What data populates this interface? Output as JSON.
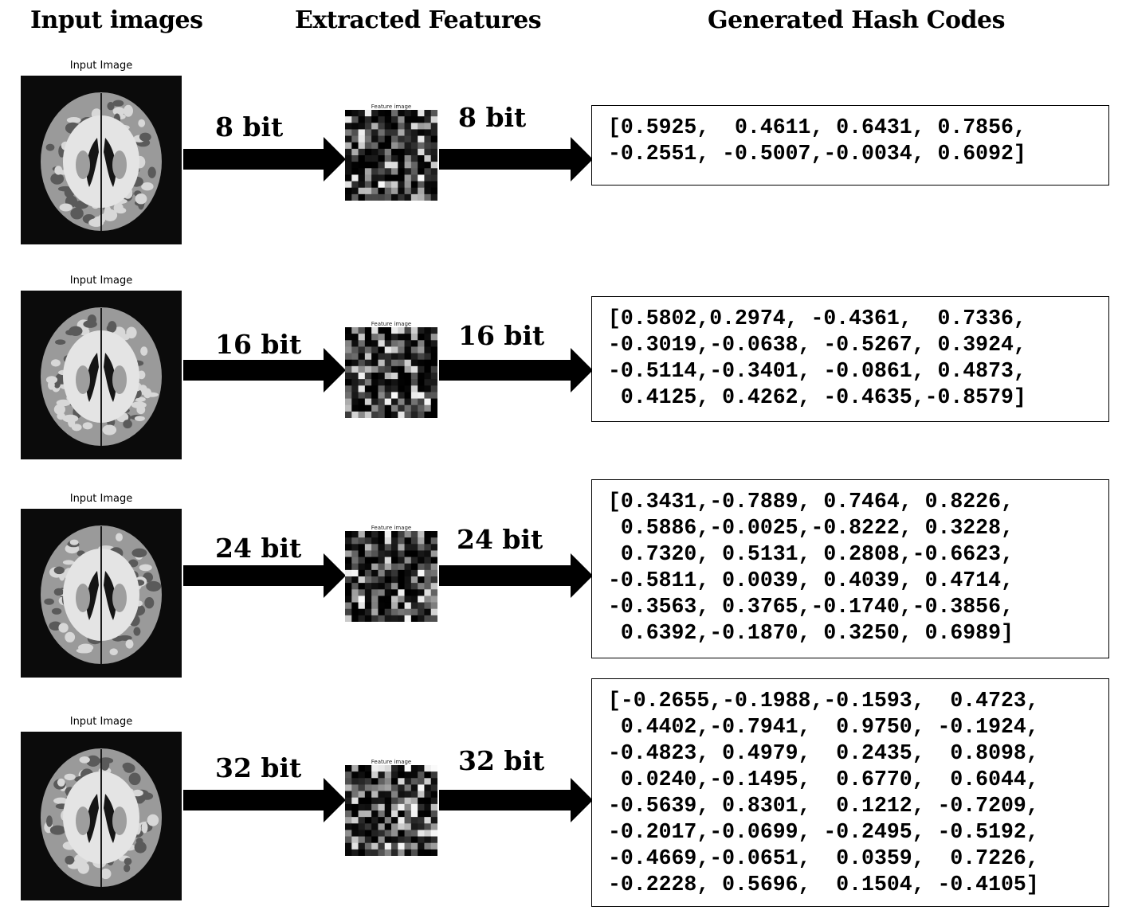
{
  "headers": {
    "input": "Input images",
    "features": "Extracted Features",
    "hash": "Generated Hash Codes"
  },
  "image_caption": "Input Image",
  "feature_caption": "Feature image",
  "rows": [
    {
      "bit_label_left": "8 bit",
      "bit_label_right": "8 bit",
      "hash_lines": [
        "[0.5925,  0.4611, 0.6431, 0.7856,",
        "-0.2551, -0.5007,-0.0034, 0.6092]"
      ]
    },
    {
      "bit_label_left": "16 bit",
      "bit_label_right": "16 bit",
      "hash_lines": [
        "[0.5802,0.2974, -0.4361,  0.7336,",
        "-0.3019,-0.0638, -0.5267, 0.3924,",
        "-0.5114,-0.3401, -0.0861, 0.4873,",
        " 0.4125, 0.4262, -0.4635,-0.8579]"
      ]
    },
    {
      "bit_label_left": "24 bit",
      "bit_label_right": "24 bit",
      "hash_lines": [
        "[0.3431,-0.7889, 0.7464, 0.8226,",
        " 0.5886,-0.0025,-0.8222, 0.3228,",
        " 0.7320, 0.5131, 0.2808,-0.6623,",
        "-0.5811, 0.0039, 0.4039, 0.4714,",
        "-0.3563, 0.3765,-0.1740,-0.3856,",
        " 0.6392,-0.1870, 0.3250, 0.6989]"
      ]
    },
    {
      "bit_label_left": "32 bit",
      "bit_label_right": "32 bit",
      "hash_lines": [
        "[-0.2655,-0.1988,-0.1593,  0.4723,",
        " 0.4402,-0.7941,  0.9750, -0.1924,",
        "-0.4823, 0.4979,  0.2435,  0.8098,",
        " 0.0240,-0.1495,  0.6770,  0.6044,",
        "-0.5639, 0.8301,  0.1212, -0.7209,",
        "-0.2017,-0.0699, -0.2495, -0.5192,",
        "-0.4669,-0.0651,  0.0359,  0.7226,",
        "-0.2228, 0.5696,  0.1504, -0.4105]"
      ]
    }
  ]
}
